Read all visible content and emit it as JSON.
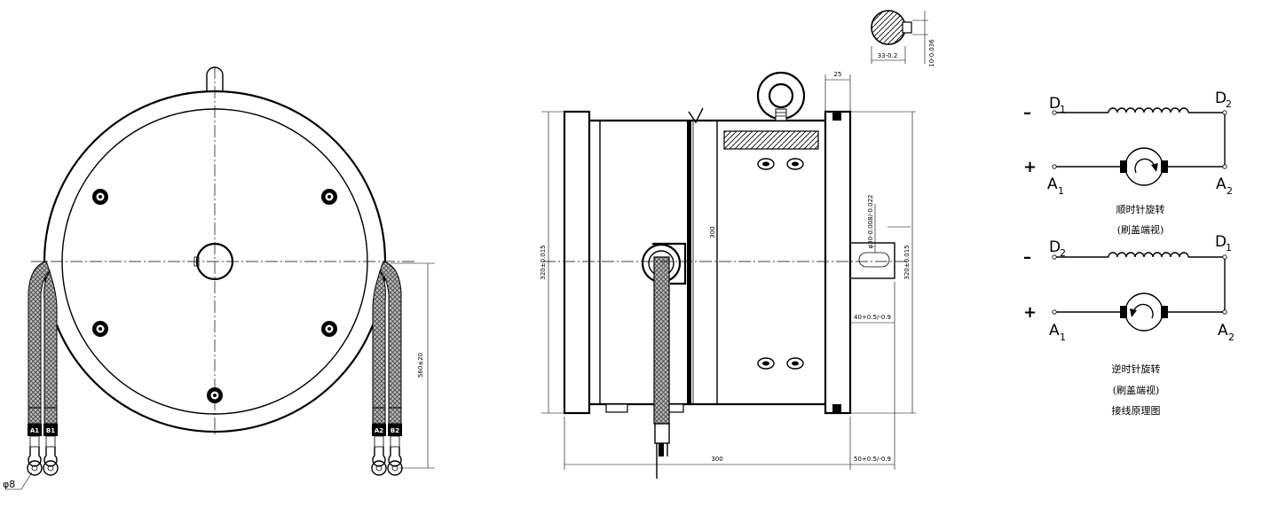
{
  "dimensions": {
    "hole_dia": "φ8",
    "cable_length": "560±20",
    "housing_dia": "320±0.015",
    "body_inner": "300",
    "overall_len": "300",
    "shaft_ext": "50+0.5/-0.9",
    "shaft_len": "40+0.5/-0.9",
    "shaft_dia": "φ30-0.008/-0.022",
    "flange_dia": "320±0.015",
    "flange_thk": "25",
    "key_width": "33-0.2",
    "key_height": "10-0.036"
  },
  "terminals": {
    "a1": "A1",
    "b1": "B1",
    "a2": "A2",
    "b2": "B2"
  },
  "schematic1": {
    "d_left": "D",
    "d_left_sub": "1",
    "d_right": "D",
    "d_right_sub": "2",
    "a_left": "A",
    "a_left_sub": "1",
    "a_right": "A",
    "a_right_sub": "2",
    "minus": "–",
    "plus": "+",
    "caption": "顺时针旋转",
    "note": "(刷盖端视)"
  },
  "schematic2": {
    "d_left": "D",
    "d_left_sub": "2",
    "d_right": "D",
    "d_right_sub": "1",
    "a_left": "A",
    "a_left_sub": "1",
    "a_right": "A",
    "a_right_sub": "2",
    "minus": "–",
    "plus": "+",
    "caption": "逆时针旋转",
    "note": "(刷盖端视)"
  },
  "footer_title": "接线原理图"
}
